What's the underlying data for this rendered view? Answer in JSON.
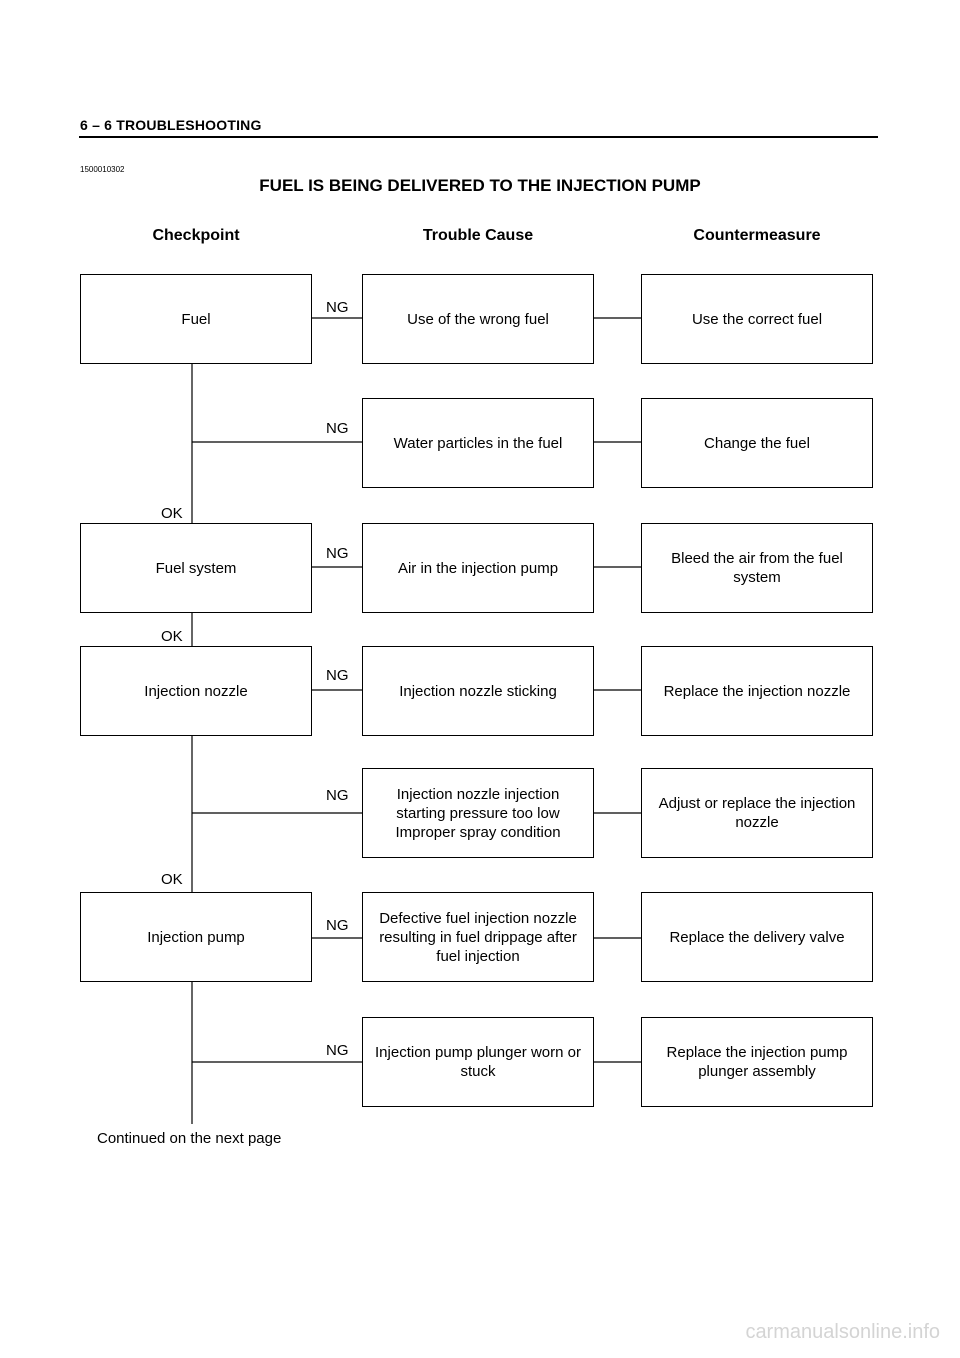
{
  "header": {
    "section": "6 – 6  TROUBLESHOOTING",
    "doc_id": "1500010302"
  },
  "title": "FUEL IS BEING DELIVERED TO THE INJECTION PUMP",
  "columns": {
    "checkpoint": "Checkpoint",
    "cause": "Trouble Cause",
    "countermeasure": "Countermeasure"
  },
  "checkpoints": [
    "Fuel",
    "Fuel system",
    "Injection nozzle",
    "Injection pump"
  ],
  "causes": [
    "Use of the wrong fuel",
    "Water particles in the fuel",
    "Air in the injection pump",
    "Injection nozzle sticking",
    "Injection nozzle injection\nstarting pressure too low\nImproper spray condition",
    "Defective fuel injection nozzle\nresulting in fuel drippage after\nfuel injection",
    "Injection pump plunger worn or\nstuck"
  ],
  "countermeasures": [
    "Use the correct fuel",
    "Change the fuel",
    "Bleed the air from the fuel\nsystem",
    "Replace the injection nozzle",
    "Adjust or replace the injection\nnozzle",
    "Replace the delivery valve",
    "Replace the injection pump\nplunger assembly"
  ],
  "labels": {
    "ng": "NG",
    "ok": "OK"
  },
  "footer": "Continued on the next page",
  "watermark": "carmanualsonline.info"
}
